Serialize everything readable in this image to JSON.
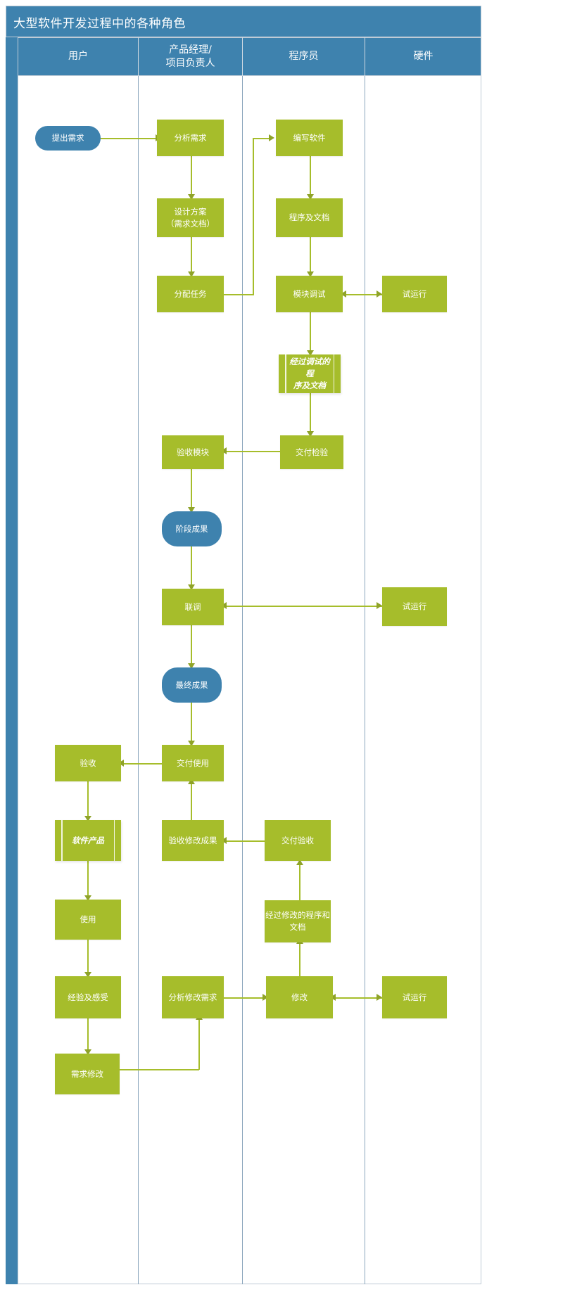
{
  "diagram": {
    "title": "大型软件开发过程中的各种角色",
    "type": "swimlane-flowchart",
    "accent_blue": "#3e82ae",
    "accent_green": "#a6bd2b",
    "lanes": [
      {
        "id": "user",
        "label": "用户"
      },
      {
        "id": "pm",
        "label": "产品经理/\n项目负责人",
        "label_line1": "产品经理/",
        "label_line2": "项目负责人"
      },
      {
        "id": "dev",
        "label": "程序员"
      },
      {
        "id": "hw",
        "label": "硬件"
      }
    ],
    "nodes": [
      {
        "id": "n1",
        "lane": "user",
        "shape": "terminator",
        "label": "提出需求"
      },
      {
        "id": "n2",
        "lane": "pm",
        "shape": "process",
        "label": "分析需求"
      },
      {
        "id": "n3",
        "lane": "pm",
        "shape": "process",
        "label_line1": "设计方案",
        "label_line2": "（需求文档）"
      },
      {
        "id": "n4",
        "lane": "pm",
        "shape": "process",
        "label": "分配任务"
      },
      {
        "id": "n5",
        "lane": "dev",
        "shape": "process",
        "label": "编写软件"
      },
      {
        "id": "n6",
        "lane": "dev",
        "shape": "process",
        "label": "程序及文档"
      },
      {
        "id": "n7",
        "lane": "dev",
        "shape": "process",
        "label": "模块调试"
      },
      {
        "id": "n8",
        "lane": "hw",
        "shape": "process",
        "label": "试运行"
      },
      {
        "id": "n9",
        "lane": "dev",
        "shape": "predefined-process",
        "label_line1": "经过调试的程",
        "label_line2": "序及文档"
      },
      {
        "id": "n10",
        "lane": "dev",
        "shape": "process",
        "label": "交付检验"
      },
      {
        "id": "n11",
        "lane": "pm",
        "shape": "process",
        "label": "验收模块"
      },
      {
        "id": "n12",
        "lane": "pm",
        "shape": "terminator",
        "label": "阶段成果"
      },
      {
        "id": "n13",
        "lane": "pm",
        "shape": "process",
        "label": "联调"
      },
      {
        "id": "n14",
        "lane": "hw",
        "shape": "process",
        "label": "试运行"
      },
      {
        "id": "n15",
        "lane": "pm",
        "shape": "terminator",
        "label": "最终成果"
      },
      {
        "id": "n16",
        "lane": "pm",
        "shape": "process",
        "label": "交付使用"
      },
      {
        "id": "n17",
        "lane": "user",
        "shape": "process",
        "label": "验收"
      },
      {
        "id": "n18",
        "lane": "user",
        "shape": "predefined-process",
        "label": "软件产品"
      },
      {
        "id": "n19",
        "lane": "pm",
        "shape": "process",
        "label": "验收修改成果"
      },
      {
        "id": "n20",
        "lane": "dev",
        "shape": "process",
        "label": "交付验收"
      },
      {
        "id": "n21",
        "lane": "user",
        "shape": "process",
        "label": "使用"
      },
      {
        "id": "n22",
        "lane": "dev",
        "shape": "process",
        "label_line1": "经过修改的程序和",
        "label_line2": "文档"
      },
      {
        "id": "n23",
        "lane": "user",
        "shape": "process",
        "label": "经验及感受"
      },
      {
        "id": "n24",
        "lane": "pm",
        "shape": "process",
        "label": "分析修改需求"
      },
      {
        "id": "n25",
        "lane": "dev",
        "shape": "process",
        "label": "修改"
      },
      {
        "id": "n26",
        "lane": "hw",
        "shape": "process",
        "label": "试运行"
      },
      {
        "id": "n27",
        "lane": "user",
        "shape": "process",
        "label": "需求修改"
      }
    ],
    "edges": [
      {
        "from": "n1",
        "to": "n2",
        "style": "single"
      },
      {
        "from": "n2",
        "to": "n3",
        "style": "single"
      },
      {
        "from": "n3",
        "to": "n4",
        "style": "single"
      },
      {
        "from": "n4",
        "to": "n5",
        "style": "single"
      },
      {
        "from": "n5",
        "to": "n6",
        "style": "single"
      },
      {
        "from": "n6",
        "to": "n7",
        "style": "single"
      },
      {
        "from": "n7",
        "to": "n8",
        "style": "double"
      },
      {
        "from": "n7",
        "to": "n9",
        "style": "single"
      },
      {
        "from": "n9",
        "to": "n10",
        "style": "single"
      },
      {
        "from": "n10",
        "to": "n11",
        "style": "single"
      },
      {
        "from": "n11",
        "to": "n12",
        "style": "single"
      },
      {
        "from": "n12",
        "to": "n13",
        "style": "single"
      },
      {
        "from": "n13",
        "to": "n14",
        "style": "double"
      },
      {
        "from": "n13",
        "to": "n15",
        "style": "single"
      },
      {
        "from": "n15",
        "to": "n16",
        "style": "single"
      },
      {
        "from": "n16",
        "to": "n17",
        "style": "single"
      },
      {
        "from": "n17",
        "to": "n18",
        "style": "single"
      },
      {
        "from": "n18",
        "to": "n21",
        "style": "single"
      },
      {
        "from": "n19",
        "to": "n16",
        "style": "single"
      },
      {
        "from": "n20",
        "to": "n19",
        "style": "single"
      },
      {
        "from": "n22",
        "to": "n20",
        "style": "single"
      },
      {
        "from": "n25",
        "to": "n22",
        "style": "single"
      },
      {
        "from": "n21",
        "to": "n23",
        "style": "single"
      },
      {
        "from": "n23",
        "to": "n27",
        "style": "single"
      },
      {
        "from": "n27",
        "to": "n24",
        "style": "single"
      },
      {
        "from": "n24",
        "to": "n25",
        "style": "single"
      },
      {
        "from": "n25",
        "to": "n26",
        "style": "double"
      }
    ]
  }
}
